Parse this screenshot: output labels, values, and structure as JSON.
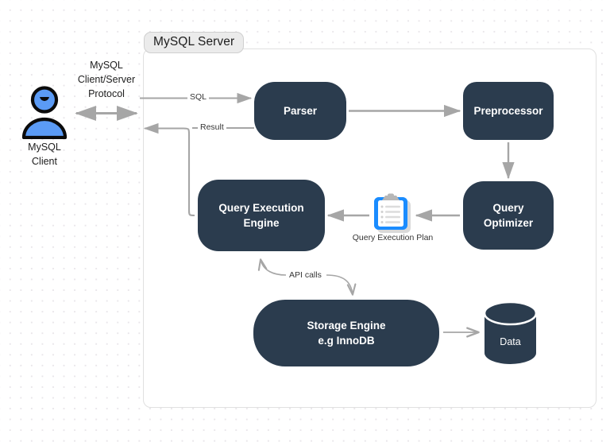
{
  "diagram": {
    "title": "MySQL Server",
    "container_label": "MySQL Server",
    "background": "#ffffff",
    "grid_dot_color": "#e9e6ea",
    "node_fill": "#2b3c4e",
    "node_text_color": "#ffffff",
    "arrow_color": "#a6a6a6",
    "accent_blue": "#1a8cff",
    "client_blue": "#5b9bf5"
  },
  "client": {
    "icon": "user-person-icon",
    "label_line1": "MySQL",
    "label_line2": "Client",
    "protocol_line1": "MySQL",
    "protocol_line2": "Client/Server",
    "protocol_line3": "Protocol"
  },
  "nodes": [
    {
      "id": "parser",
      "label": "Parser",
      "lines": [
        "Parser"
      ]
    },
    {
      "id": "preprocessor",
      "label": "Preprocessor",
      "lines": [
        "Preprocessor"
      ]
    },
    {
      "id": "query-execution-engine",
      "label": "Query Execution Engine",
      "lines": [
        "Query Execution",
        "Engine"
      ]
    },
    {
      "id": "query-optimizer",
      "label": "Query Optimizer",
      "lines": [
        "Query",
        "Optimizer"
      ]
    },
    {
      "id": "storage-engine",
      "label": "Storage Engine e.g InnoDB",
      "lines": [
        "Storage Engine",
        "e.g InnoDB"
      ]
    },
    {
      "id": "data",
      "label": "Data",
      "lines": [
        "Data"
      ]
    }
  ],
  "artifacts": [
    {
      "id": "query-execution-plan",
      "label": "Query Execution Plan",
      "icon": "clipboard-icon"
    }
  ],
  "edges": [
    {
      "id": "client-server",
      "label": "",
      "from": "MySQL Client",
      "to": "MySQL Server",
      "direction": "bidirectional"
    },
    {
      "id": "sql",
      "label": "SQL",
      "from": "MySQL Client",
      "to": "Parser",
      "direction": "forward"
    },
    {
      "id": "result",
      "label": "Result",
      "from": "Query Execution Engine",
      "to": "MySQL Client",
      "direction": "forward"
    },
    {
      "id": "parser-preprocessor",
      "label": "",
      "from": "Parser",
      "to": "Preprocessor",
      "direction": "forward"
    },
    {
      "id": "preprocessor-optimizer",
      "label": "",
      "from": "Preprocessor",
      "to": "Query Optimizer",
      "direction": "forward"
    },
    {
      "id": "optimizer-plan",
      "label": "",
      "from": "Query Optimizer",
      "to": "Query Execution Plan",
      "direction": "forward"
    },
    {
      "id": "plan-qee",
      "label": "",
      "from": "Query Execution Plan",
      "to": "Query Execution Engine",
      "direction": "forward"
    },
    {
      "id": "api-calls-down",
      "label": "API calls",
      "from": "Query Execution Engine",
      "to": "Storage Engine",
      "direction": "forward"
    },
    {
      "id": "api-calls-up",
      "label": "API calls",
      "from": "Storage Engine",
      "to": "Query Execution Engine",
      "direction": "forward"
    },
    {
      "id": "storage-data",
      "label": "",
      "from": "Storage Engine",
      "to": "Data",
      "direction": "forward"
    }
  ],
  "labels": {
    "sql": "SQL",
    "result": "Result",
    "api_calls": "API calls",
    "query_execution_plan": "Query Execution Plan"
  }
}
